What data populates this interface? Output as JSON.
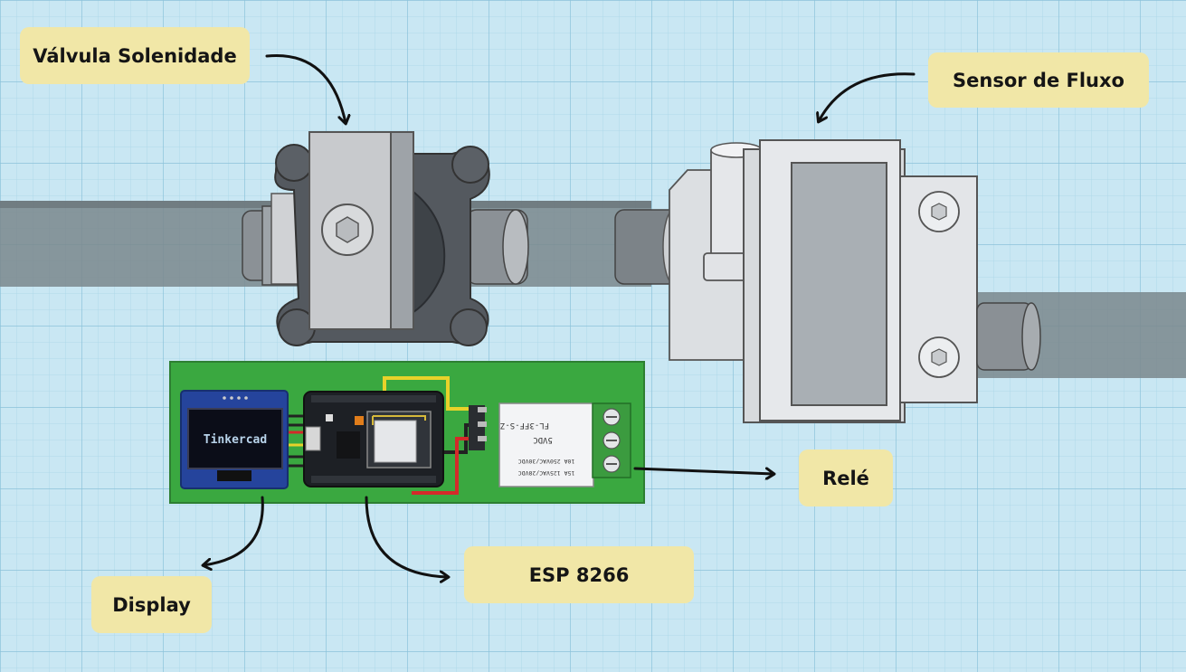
{
  "labels": {
    "valve": "Válvula Solenidade",
    "sensor": "Sensor de Fluxo",
    "relay": "Relé",
    "esp": "ESP 8266",
    "display": "Display"
  },
  "oled_text": "Tinkercad",
  "relay_marks": {
    "model": "FL-3FF-S-Z",
    "voltage": "5VDC",
    "rating1": "10A 250VAC/30VDC",
    "rating2": "15A 125VAC/28VDC"
  },
  "colors": {
    "grid_bg": "#c9e7f3",
    "grid_line": "#9fcde2",
    "pipe": "#7d8a8f",
    "valve_dark": "#52585e",
    "valve_light": "#c7c9cc",
    "sensor_light": "#dde0e3",
    "pcb": "#3aa840",
    "label_bg": "#f1e7a7"
  }
}
